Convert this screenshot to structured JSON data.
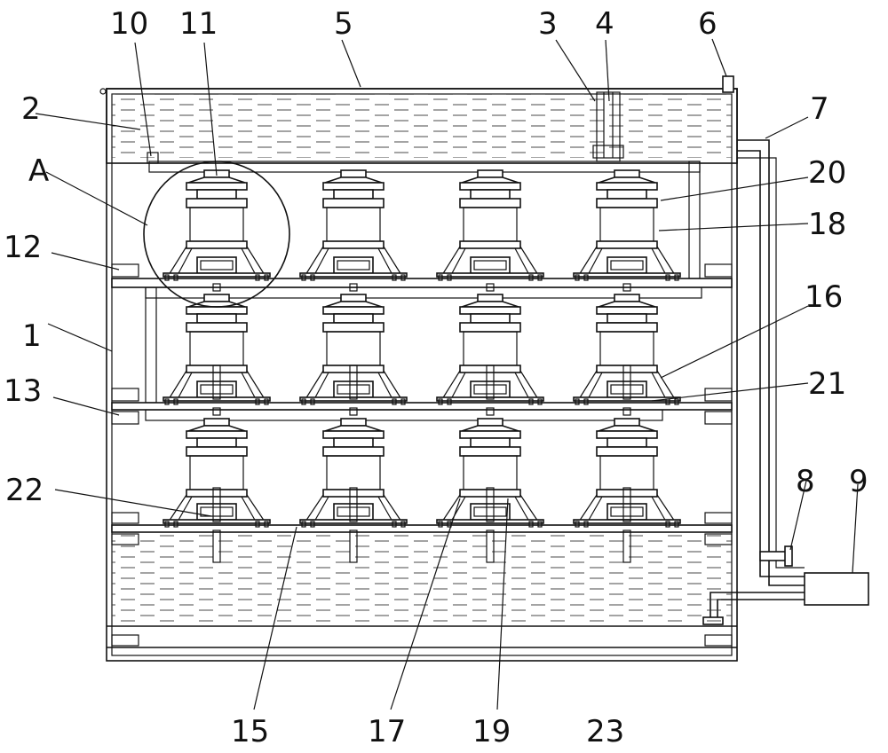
{
  "figure": {
    "labels": [
      {
        "id": "l1",
        "text": "1"
      },
      {
        "id": "l2",
        "text": "2"
      },
      {
        "id": "l3",
        "text": "3"
      },
      {
        "id": "l4",
        "text": "4"
      },
      {
        "id": "l5",
        "text": "5"
      },
      {
        "id": "l6",
        "text": "6"
      },
      {
        "id": "l7",
        "text": "7"
      },
      {
        "id": "l8",
        "text": "8"
      },
      {
        "id": "l9",
        "text": "9"
      },
      {
        "id": "l10",
        "text": "10"
      },
      {
        "id": "l11",
        "text": "11"
      },
      {
        "id": "l12",
        "text": "12"
      },
      {
        "id": "l13",
        "text": "13"
      },
      {
        "id": "l15",
        "text": "15"
      },
      {
        "id": "l16",
        "text": "16"
      },
      {
        "id": "l17",
        "text": "17"
      },
      {
        "id": "l18",
        "text": "18"
      },
      {
        "id": "l19",
        "text": "19"
      },
      {
        "id": "l20",
        "text": "20"
      },
      {
        "id": "l21",
        "text": "21"
      },
      {
        "id": "l22",
        "text": "22"
      },
      {
        "id": "l23",
        "text": "23"
      },
      {
        "id": "lA",
        "text": "A"
      }
    ],
    "colors": {
      "stroke": "#111111",
      "background": "#ffffff"
    }
  }
}
